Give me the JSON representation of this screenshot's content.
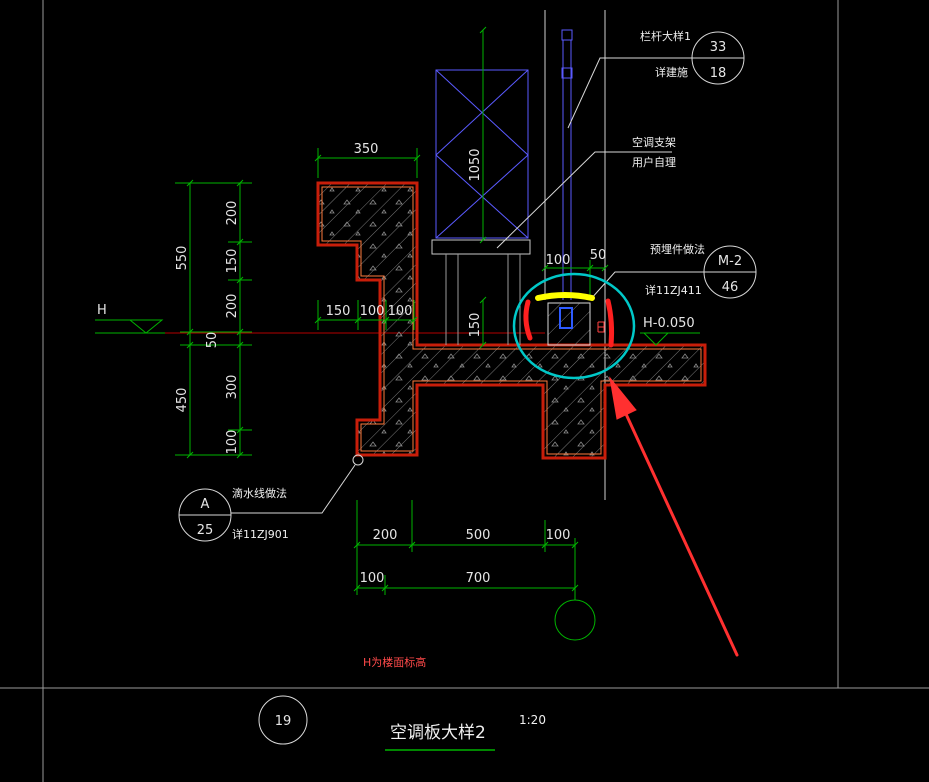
{
  "drawing": {
    "title_number": "19",
    "title": "空调板大样2",
    "scale": "1:20",
    "note": "H为楼面标高"
  },
  "callouts": {
    "railing": {
      "label": "栏杆大样1",
      "reference": "详建施",
      "detail_no": "33",
      "sheet_no": "18"
    },
    "ac_bracket": {
      "line1": "空调支架",
      "line2": "用户自理"
    },
    "embedded_part": {
      "label": "预埋件做法",
      "reference": "详11ZJ411",
      "detail_no": "M-2",
      "sheet_no": "46"
    },
    "drip_line": {
      "label": "滴水线做法",
      "reference": "详11ZJ901",
      "detail_no": "A",
      "sheet_no": "25"
    }
  },
  "levels": {
    "floor": "H",
    "slab": "H-0.050"
  },
  "dimensions": {
    "top_width": "350",
    "left_outer": [
      "550",
      "450"
    ],
    "left_inner": [
      "200",
      "150",
      "200",
      "50",
      "300",
      "100"
    ],
    "middle_row": [
      "150",
      "100",
      "100"
    ],
    "unit_height": "1050",
    "unit_leg_height": "150",
    "bolt_row": [
      "100",
      "50"
    ],
    "bottom_row_1": [
      "200",
      "500",
      "100"
    ],
    "bottom_row_2": [
      "100",
      "700"
    ]
  },
  "colors": {
    "background": "#000000",
    "dimension_line": "#00B400",
    "concrete_outline": "#C81E0A",
    "concrete_finish": "#FF7A3C",
    "hatch": "#7A7A7A",
    "equipment": "#5A5AFF",
    "highlight_ellipse": "#00C8C8",
    "highlight_mark": "#FFFF00",
    "annotation": "#FF3030"
  }
}
